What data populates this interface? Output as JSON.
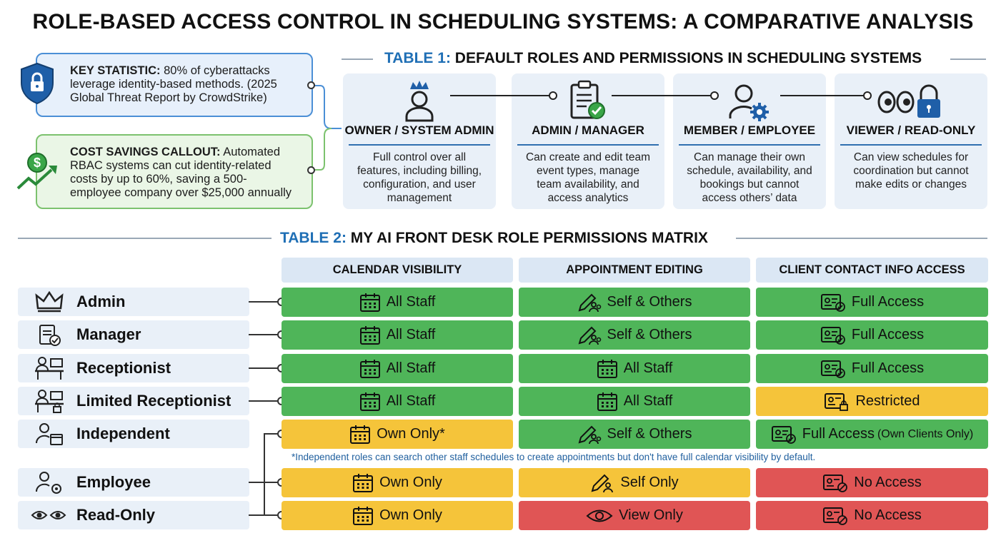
{
  "title": "ROLE-BASED ACCESS CONTROL IN SCHEDULING SYSTEMS: A COMPARATIVE ANALYSIS",
  "callouts": {
    "key_stat": {
      "label": "KEY STATISTIC:",
      "line1": " 80% of cyberattacks",
      "line2": "leverage identity-based methods. (2025",
      "line3": "Global Threat Report by CrowdStrike)"
    },
    "cost_savings": {
      "label": "COST SAVINGS CALLOUT:",
      "line1": " Automated",
      "line2": "RBAC systems can cut identity-related",
      "line3": "costs by up to 60%, saving a 500-",
      "line4": "employee company over $25,000 annually"
    }
  },
  "table1": {
    "number": "TABLE 1:",
    "title": " DEFAULT ROLES AND PERMISSIONS IN SCHEDULING SYSTEMS",
    "cards": [
      {
        "title": "OWNER / SYSTEM ADMIN",
        "desc1": "Full control over all",
        "desc2": "features, including billing,",
        "desc3": "configuration, and user",
        "desc4": "management",
        "icon": "crown-user-icon"
      },
      {
        "title": "ADMIN / MANAGER",
        "desc1": "Can create and edit team",
        "desc2": "event types, manage",
        "desc3": "team availability, and",
        "desc4": "access analytics",
        "icon": "clipboard-check-icon"
      },
      {
        "title": "MEMBER / EMPLOYEE",
        "desc1": "Can manage their own",
        "desc2": "schedule, availability, and",
        "desc3": "bookings but cannot",
        "desc4": "access others’ data",
        "icon": "user-gear-icon"
      },
      {
        "title": "VIEWER / READ-ONLY",
        "desc1": "Can view schedules for",
        "desc2": "coordination but cannot",
        "desc3": "make edits or changes",
        "desc4": "",
        "icon": "eyes-lock-icon"
      }
    ]
  },
  "table2": {
    "number": "TABLE 2:",
    "title": " MY AI FRONT DESK ROLE PERMISSIONS MATRIX",
    "columns": [
      "CALENDAR VISIBILITY",
      "APPOINTMENT EDITING",
      "CLIENT CONTACT INFO ACCESS"
    ],
    "rows": [
      {
        "role": "Admin",
        "cal": "All Staff",
        "edit": "Self & Others",
        "contact": "Full Access",
        "contact_note": ""
      },
      {
        "role": "Manager",
        "cal": "All Staff",
        "edit": "Self & Others",
        "contact": "Full Access",
        "contact_note": ""
      },
      {
        "role": "Receptionist",
        "cal": "All Staff",
        "edit": "All Staff",
        "contact": "Full Access",
        "contact_note": ""
      },
      {
        "role": "Limited Receptionist",
        "cal": "All Staff",
        "edit": "All Staff",
        "contact": "Restricted",
        "contact_note": ""
      },
      {
        "role": "Independent",
        "cal": "Own Only*",
        "edit": "Self & Others",
        "contact": "Full Access",
        "contact_note": "(Own Clients Only)"
      },
      {
        "role": "Employee",
        "cal": "Own Only",
        "edit": "Self Only",
        "contact": "No Access",
        "contact_note": ""
      },
      {
        "role": "Read-Only",
        "cal": "Own Only",
        "edit": "View Only",
        "contact": "No Access",
        "contact_note": ""
      }
    ],
    "footnote": "*Independent roles can search other staff schedules to create appointments but don't have full calendar visibility by default."
  },
  "colors": {
    "green": "#4fb559",
    "yellow": "#f5c43a",
    "red": "#e05555",
    "accent_blue": "#1f6fb5",
    "card_bg": "#e9f0f8"
  }
}
